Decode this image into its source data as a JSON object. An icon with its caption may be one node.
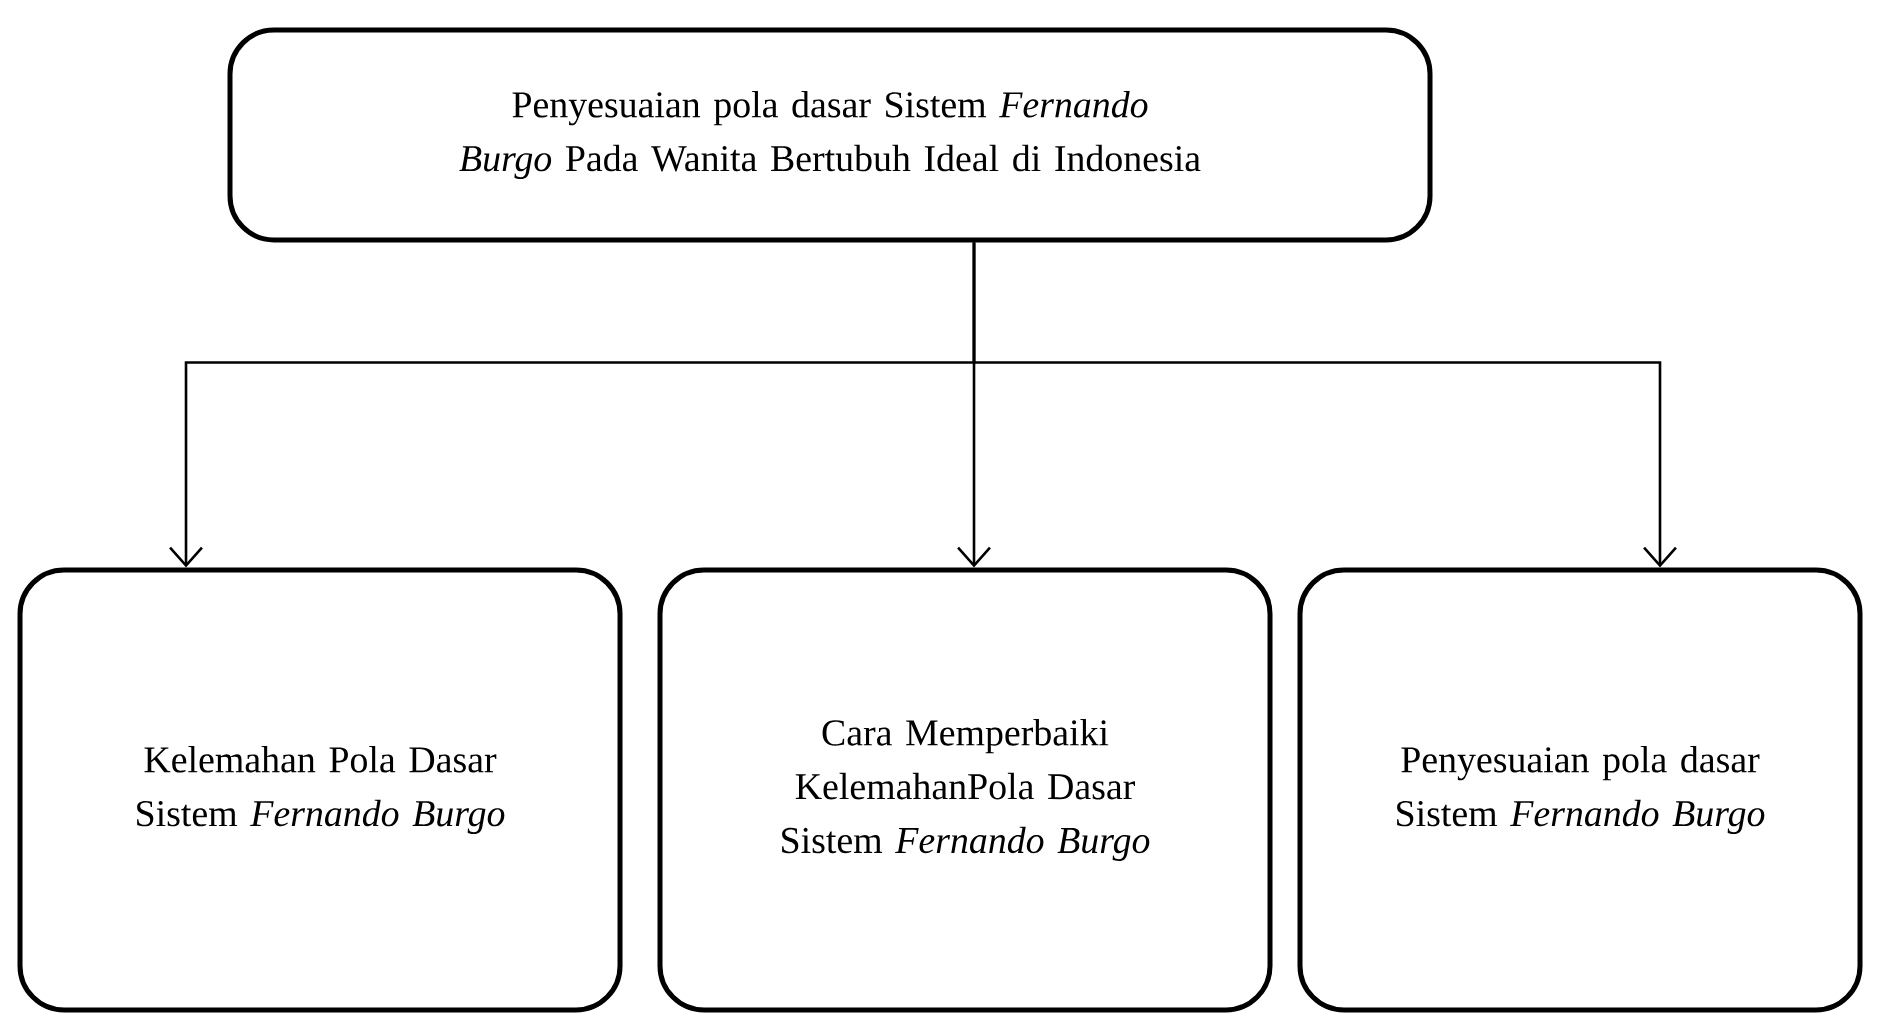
{
  "diagram": {
    "nodes": [
      {
        "text": [
          "Penyesuaian pola dasar Sistem *Fernando Burgo* Pada Wanita Bertubuh Ideal di Indonesia"
        ]
      },
      {
        "text": [
          "Kelemahan Pola Dasar Sistem *Fernando Burgo*"
        ]
      },
      {
        "text": [
          "Cara Memperbaiki KelemahanPola Dasar Sistem *Fernando Burgo*"
        ]
      },
      {
        "text": [
          "Penyesuaian pola dasar Sistem *Fernando Burgo*"
        ]
      }
    ],
    "edges": [
      {
        "from": 0,
        "to": 1,
        "arrow": "to"
      },
      {
        "from": 0,
        "to": 2,
        "arrow": "to"
      },
      {
        "from": 0,
        "to": 3,
        "arrow": "to"
      }
    ]
  }
}
